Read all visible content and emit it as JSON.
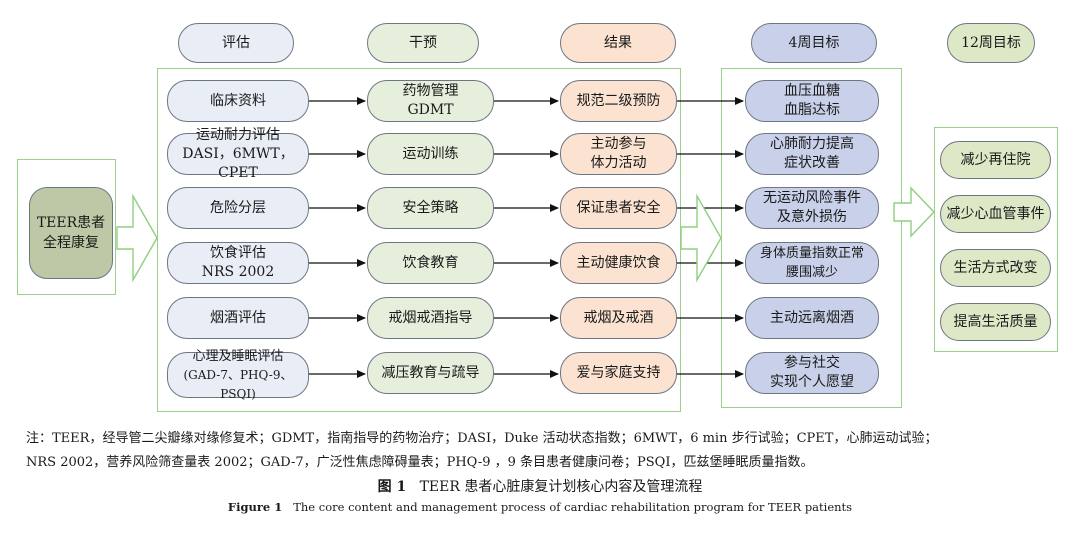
{
  "headers": [
    "评估",
    "干预",
    "结果",
    "4周目标",
    "12周目标"
  ],
  "start": [
    "TEER患者",
    "全程康复"
  ],
  "rows": [
    {
      "eval": [
        "临床资料"
      ],
      "int": [
        "药物管理",
        "GDMT"
      ],
      "res": [
        "规范二级预防"
      ],
      "w4": [
        "血压血糖",
        "血脂达标"
      ]
    },
    {
      "eval": [
        "运动耐力评估",
        "DASI，6MWT，CPET"
      ],
      "int": [
        "运动训练"
      ],
      "res": [
        "主动参与",
        "体力活动"
      ],
      "w4": [
        "心肺耐力提高",
        "症状改善"
      ]
    },
    {
      "eval": [
        "危险分层"
      ],
      "int": [
        "安全策略"
      ],
      "res": [
        "保证患者安全"
      ],
      "w4": [
        "无运动风险事件",
        "及意外损伤"
      ]
    },
    {
      "eval": [
        "饮食评估",
        "NRS 2002"
      ],
      "int": [
        "饮食教育"
      ],
      "res": [
        "主动健康饮食"
      ],
      "w4": [
        "身体质量指数正常",
        "腰围减少"
      ]
    },
    {
      "eval": [
        "烟酒评估"
      ],
      "int": [
        "戒烟戒酒指导"
      ],
      "res": [
        "戒烟及戒酒"
      ],
      "w4": [
        "主动远离烟酒"
      ]
    },
    {
      "eval": [
        "心理及睡眠评估",
        "(GAD-7、PHQ-9、PSQI)"
      ],
      "int": [
        "减压教育与疏导"
      ],
      "res": [
        "爱与家庭支持"
      ],
      "w4": [
        "参与社交",
        "实现个人愿望"
      ]
    }
  ],
  "goals12": [
    "减少再住院",
    "减少心血管事件",
    "生活方式改变",
    "提高生活质量"
  ],
  "note": [
    "注：TEER，经导管二尖瓣缘对缘修复术；GDMT，指南指导的药物治疗；DASI，Duke 活动状态指数；6MWT，6 min 步行试验；CPET，心肺运动试验；",
    "NRS 2002，营养风险筛查量表 2002；GAD-7，广泛性焦虑障碍量表；PHQ-9 ，9 条目患者健康问卷；PSQI，匹兹堡睡眠质量指数。"
  ],
  "caption_cn": {
    "label": "图 1",
    "text": "TEER 患者心脏康复计划核心内容及管理流程"
  },
  "caption_en": {
    "label": "Figure 1",
    "text": "The core content and management process of cardiac rehabilitation program for TEER patients"
  }
}
